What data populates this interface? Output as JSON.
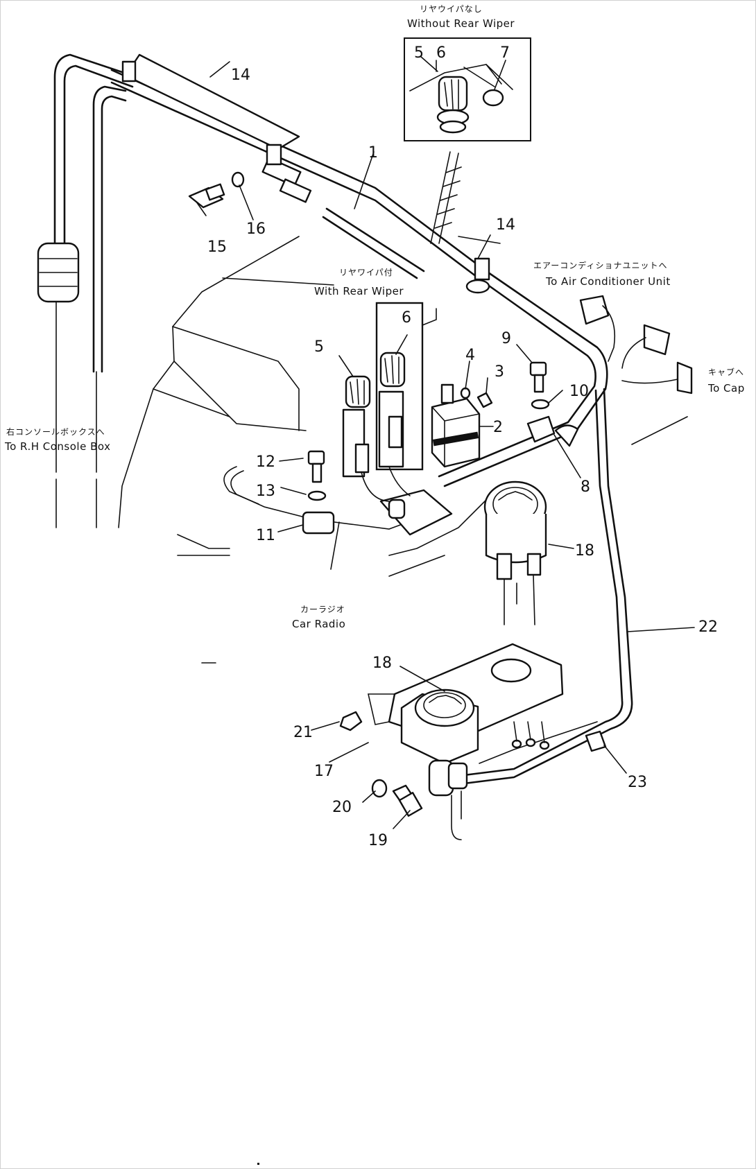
{
  "callouts": {
    "n1": "1",
    "n2": "2",
    "n3": "3",
    "n4": "4",
    "n5a": "5",
    "n5b": "5",
    "n6a": "6",
    "n6b": "6",
    "n7": "7",
    "n8": "8",
    "n9": "9",
    "n10": "10",
    "n11": "11",
    "n12": "12",
    "n13": "13",
    "n14a": "14",
    "n14b": "14",
    "n15": "15",
    "n16": "16",
    "n17": "17",
    "n18a": "18",
    "n18b": "18",
    "n19": "19",
    "n20": "20",
    "n21": "21",
    "n22": "22",
    "n23": "23"
  },
  "labels": {
    "without_rear_wiper_jp": "リヤウイパなし",
    "without_rear_wiper": "Without Rear Wiper",
    "with_rear_wiper_jp": "リヤワイパ付",
    "with_rear_wiper": "With Rear Wiper",
    "air_conditioner_jp": "エアーコンディショナユニットへ",
    "air_conditioner": "To Air Conditioner Unit",
    "cap_jp": "キャブへ",
    "cap": "To Cap",
    "console_box_jp": "右コンソールボックスへ",
    "console_box": "To R.H Console Box",
    "car_radio_jp": "カーラジオ",
    "car_radio": "Car Radio"
  }
}
